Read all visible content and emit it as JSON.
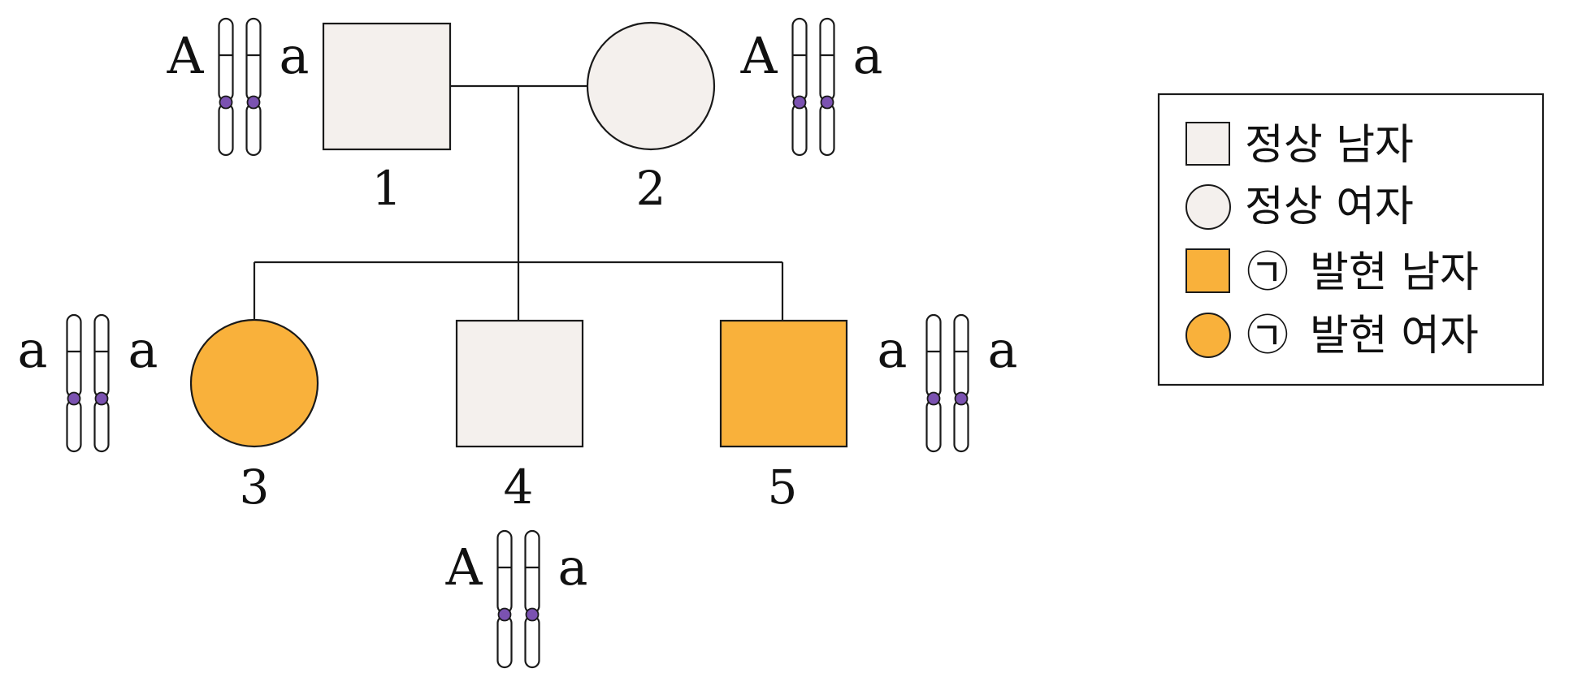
{
  "colors": {
    "normal_fill": "#f4f0ed",
    "affected_fill": "#f9b13b",
    "stroke": "#1a1a1a",
    "centromere": "#7b52b1",
    "background": "#ffffff"
  },
  "individuals": [
    {
      "id": "1",
      "label": "1",
      "sex": "male",
      "affected": false,
      "alleles": [
        "A",
        "a"
      ]
    },
    {
      "id": "2",
      "label": "2",
      "sex": "female",
      "affected": false,
      "alleles": [
        "A",
        "a"
      ]
    },
    {
      "id": "3",
      "label": "3",
      "sex": "female",
      "affected": true,
      "alleles": [
        "a",
        "a"
      ]
    },
    {
      "id": "4",
      "label": "4",
      "sex": "male",
      "affected": false,
      "alleles": [
        "A",
        "a"
      ]
    },
    {
      "id": "5",
      "label": "5",
      "sex": "male",
      "affected": true,
      "alleles": [
        "a",
        "a"
      ]
    }
  ],
  "legend": {
    "items": [
      {
        "shape": "square",
        "affected": false,
        "marker": "",
        "text": "정상 남자"
      },
      {
        "shape": "circle",
        "affected": false,
        "marker": "",
        "text": "정상 여자"
      },
      {
        "shape": "square",
        "affected": true,
        "marker": "㉠",
        "text": "발현 남자"
      },
      {
        "shape": "circle",
        "affected": true,
        "marker": "㉠",
        "text": "발현 여자"
      }
    ]
  }
}
